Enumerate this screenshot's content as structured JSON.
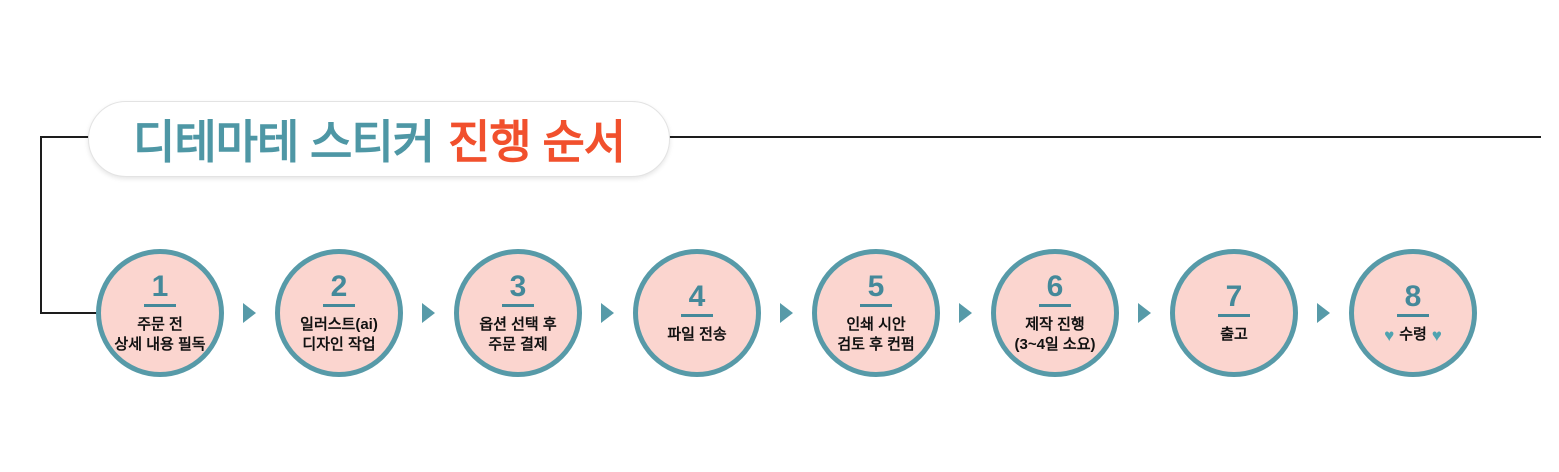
{
  "title": {
    "highlight": "디테마테 스티커",
    "accent": "진행 순서"
  },
  "steps": [
    {
      "number": "1",
      "label": "주문 전\n상세 내용 필독"
    },
    {
      "number": "2",
      "label": "일러스트(ai)\n디자인 작업"
    },
    {
      "number": "3",
      "label": "옵션 선택 후\n주문 결제"
    },
    {
      "number": "4",
      "label": "파일 전송"
    },
    {
      "number": "5",
      "label": "인쇄 시안\n검토 후 컨펌"
    },
    {
      "number": "6",
      "label": "제작 진행\n(3~4일 소요)"
    },
    {
      "number": "7",
      "label": "출고"
    },
    {
      "number": "8",
      "label": "수령",
      "heart_icon": "♥"
    }
  ],
  "colors": {
    "teal": "#579aa8",
    "teal_text": "#4e97a5",
    "accent_orange": "#f1502d",
    "circle_fill": "#fbd5cf",
    "line": "#1d1d1d"
  }
}
